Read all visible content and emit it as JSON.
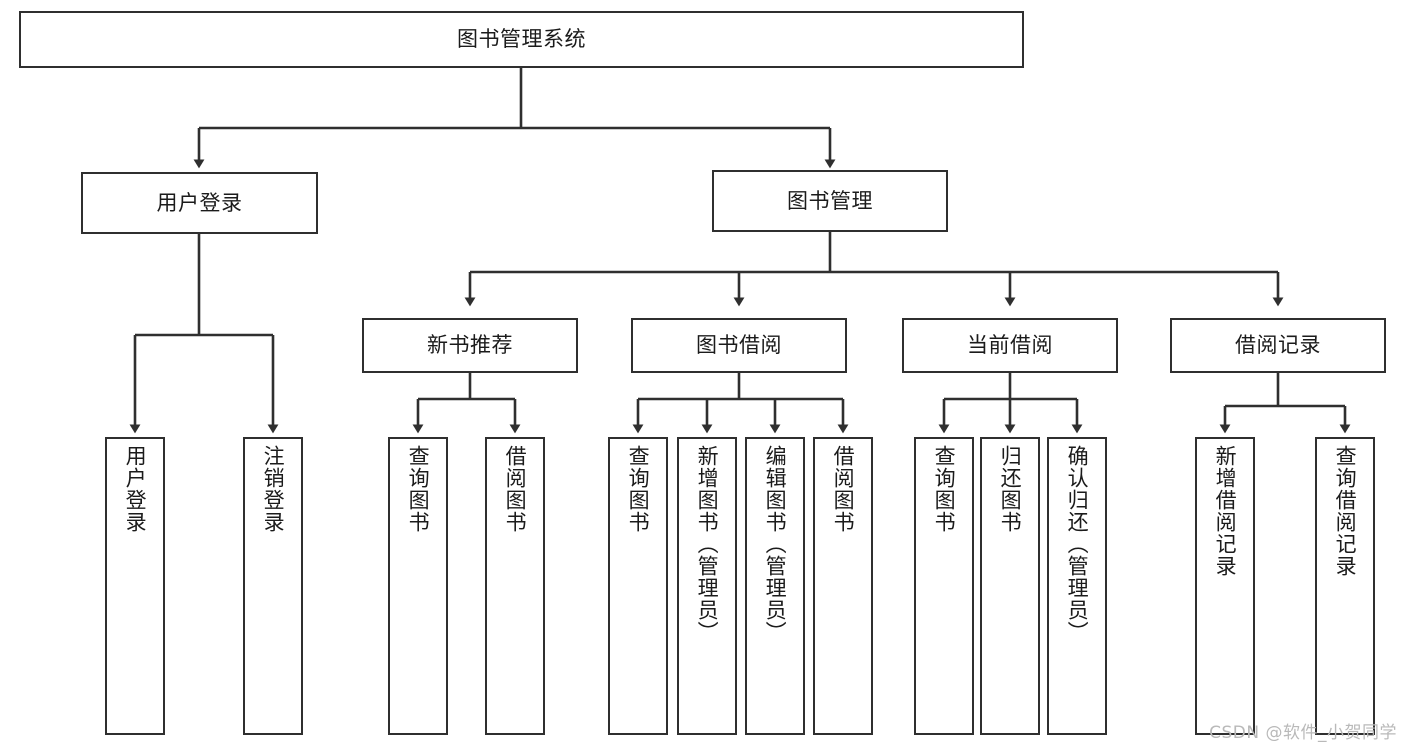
{
  "diagram": {
    "title": "图书管理系统",
    "type": "hierarchy-tree",
    "watermark": "CSDN @软件_小贺同学",
    "colors": {
      "stroke": "#2f2f2f",
      "fill": "#ffffff",
      "text": "#1b1b1b",
      "watermark": "#b9b9b9"
    },
    "nodes": {
      "root": {
        "label": "图书管理系统"
      },
      "level2": [
        {
          "id": "user-login",
          "label": "用户登录"
        },
        {
          "id": "book-manage",
          "label": "图书管理"
        }
      ],
      "level3": [
        {
          "id": "new-book-rec",
          "label": "新书推荐"
        },
        {
          "id": "book-borrow",
          "label": "图书借阅"
        },
        {
          "id": "current-borrow",
          "label": "当前借阅"
        },
        {
          "id": "borrow-record",
          "label": "借阅记录"
        }
      ],
      "leaves": {
        "user-login": [
          {
            "id": "leaf-user-login",
            "label": "用户登录"
          },
          {
            "id": "leaf-logout",
            "label": "注销登录"
          }
        ],
        "new-book-rec": [
          {
            "id": "leaf-query-book-1",
            "label": "查询图书"
          },
          {
            "id": "leaf-borrow-book-1",
            "label": "借阅图书"
          }
        ],
        "book-borrow": [
          {
            "id": "leaf-query-book-2",
            "label": "查询图书"
          },
          {
            "id": "leaf-add-book",
            "label": "新增图书（管理员）"
          },
          {
            "id": "leaf-edit-book",
            "label": "编辑图书（管理员）"
          },
          {
            "id": "leaf-borrow-book-2",
            "label": "借阅图书"
          }
        ],
        "current-borrow": [
          {
            "id": "leaf-query-book-3",
            "label": "查询图书"
          },
          {
            "id": "leaf-return-book",
            "label": "归还图书"
          },
          {
            "id": "leaf-confirm-return",
            "label": "确认归还（管理员）"
          }
        ],
        "borrow-record": [
          {
            "id": "leaf-add-record",
            "label": "新增借阅记录"
          },
          {
            "id": "leaf-query-record",
            "label": "查询借阅记录"
          }
        ]
      }
    }
  }
}
